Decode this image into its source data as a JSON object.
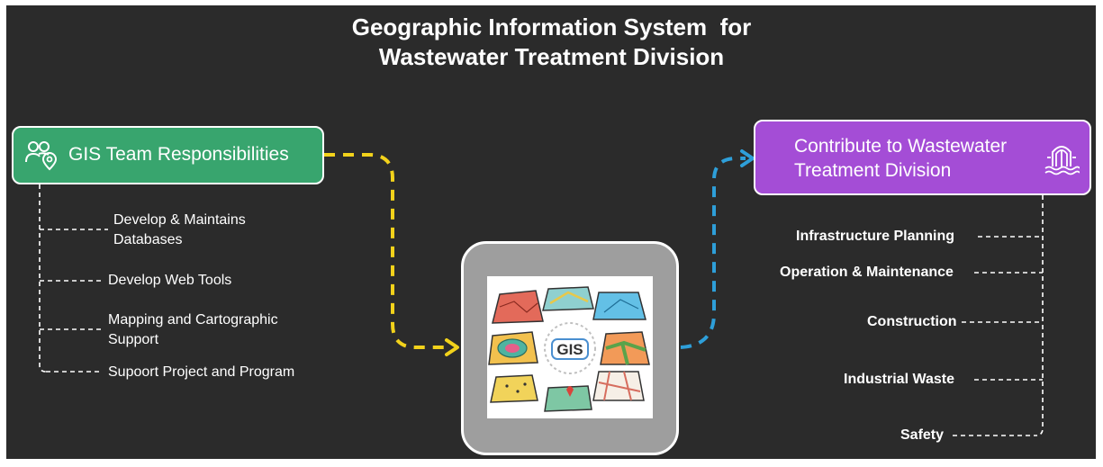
{
  "title": {
    "line1": "Geographic Information System  for",
    "line2": "Wastewater Treatment Division"
  },
  "left_box": {
    "label": "GIS Team Responsibilities",
    "icon": "team-location-icon",
    "color": "#38a56e"
  },
  "left_items": [
    {
      "line1": "Develop & Maintains",
      "line2": "Databases"
    },
    {
      "line1": "Develop Web Tools"
    },
    {
      "line1": "Mapping and Cartographic",
      "line2": "Support"
    },
    {
      "line1": "Supoort Project and Program"
    }
  ],
  "center": {
    "label": "GIS",
    "icon": "gis-maps-illustration"
  },
  "right_box": {
    "line1": "Contribute to Wastewater",
    "line2": "Treatment Division",
    "icon": "wastewater-treatment-icon",
    "color": "#a44dd6"
  },
  "right_items": [
    {
      "label": "Infrastructure Planning"
    },
    {
      "label": "Operation & Maintenance"
    },
    {
      "label": "Construction"
    },
    {
      "label": "Industrial Waste"
    },
    {
      "label": "Safety"
    }
  ],
  "arrow_colors": {
    "yellow": "#f2d21b",
    "blue": "#2e9fd9"
  }
}
